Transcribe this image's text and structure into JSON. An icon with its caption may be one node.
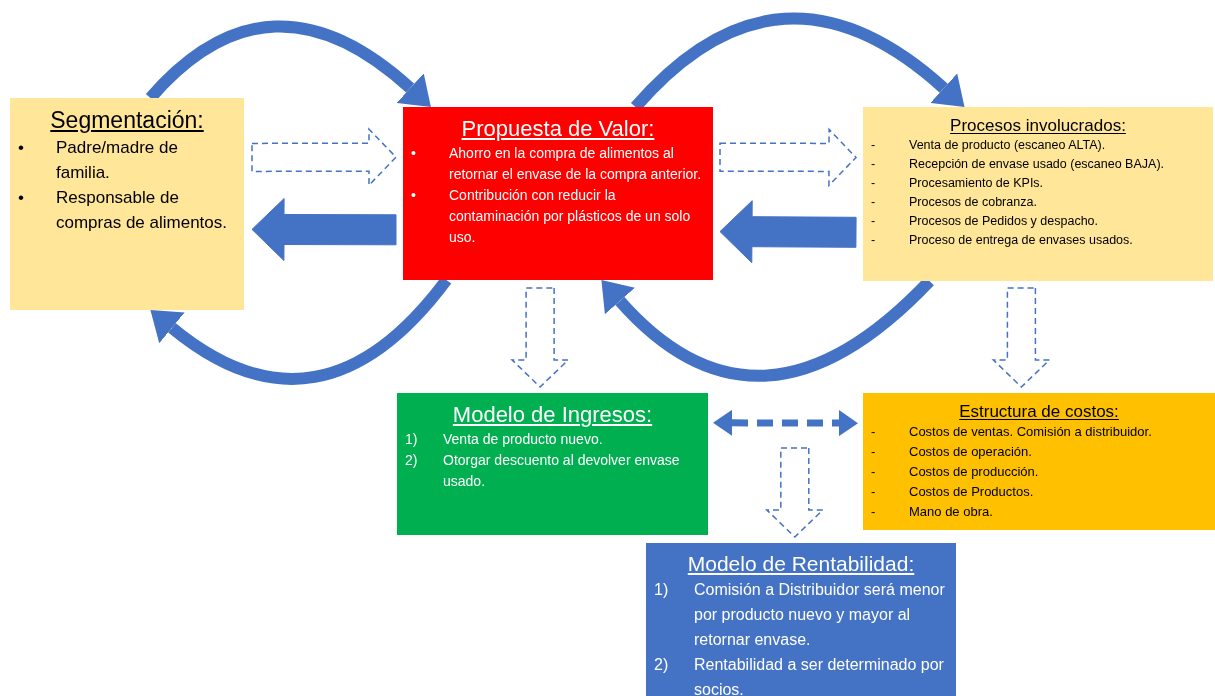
{
  "diagram": {
    "nodes": [
      {
        "text": [
          "Segmentación:",
          "• Padre/madre de familia.",
          "• Responsable de compras de alimentos."
        ]
      },
      {
        "text": [
          "Propuesta de Valor:",
          "• Ahorro en la compra de alimentos al retornar el envase de la compra anterior.",
          "• Contribución con reducir la contaminación por plásticos de un solo uso."
        ]
      },
      {
        "text": [
          "Procesos involucrados:",
          "- Venta de producto (escaneo ALTA).",
          "- Recepción de envase usado (escaneo BAJA).",
          "- Procesamiento de KPIs.",
          "- Procesos de cobranza.",
          "- Procesos de Pedidos y despacho.",
          "- Proceso de entrega de envases usados."
        ]
      },
      {
        "text": [
          "Modelo de Ingresos:",
          "1) Venta de producto nuevo.",
          "2) Otorgar descuento al devolver envase usado."
        ]
      },
      {
        "text": [
          "Estructura de costos:",
          "- Costos de ventas. Comisión a distribuidor.",
          "- Costos de operación.",
          "- Costos de producción.",
          "- Costos de Productos.",
          "- Mano de obra."
        ]
      },
      {
        "text": [
          "Modelo de Rentabilidad:",
          "1) Comisión a Distribuidor será menor por producto nuevo y mayor al retornar envase.",
          "2) Rentabilidad a ser determinado por socios."
        ]
      }
    ],
    "edges": [
      {
        "from": 0,
        "to": 1,
        "arrow": "to"
      },
      {
        "from": 0,
        "to": 1,
        "arrow": "to",
        "style": "dashed"
      },
      {
        "from": 1,
        "to": 0,
        "arrow": "to",
        "style": "thick"
      },
      {
        "from": 1,
        "to": 0,
        "arrow": "to"
      },
      {
        "from": 1,
        "to": 2,
        "arrow": "to"
      },
      {
        "from": 1,
        "to": 2,
        "arrow": "to",
        "style": "dashed"
      },
      {
        "from": 2,
        "to": 1,
        "arrow": "to",
        "style": "thick"
      },
      {
        "from": 2,
        "to": 1,
        "arrow": "to"
      },
      {
        "from": 1,
        "to": 3,
        "arrow": "to",
        "style": "dashed"
      },
      {
        "from": 2,
        "to": 4,
        "arrow": "to",
        "style": "dashed"
      },
      {
        "from": 3,
        "to": 4,
        "arrow": "both",
        "style": "dashed"
      },
      {
        "from": null,
        "to": 5,
        "arrow": "to",
        "style": "dashed"
      }
    ]
  }
}
